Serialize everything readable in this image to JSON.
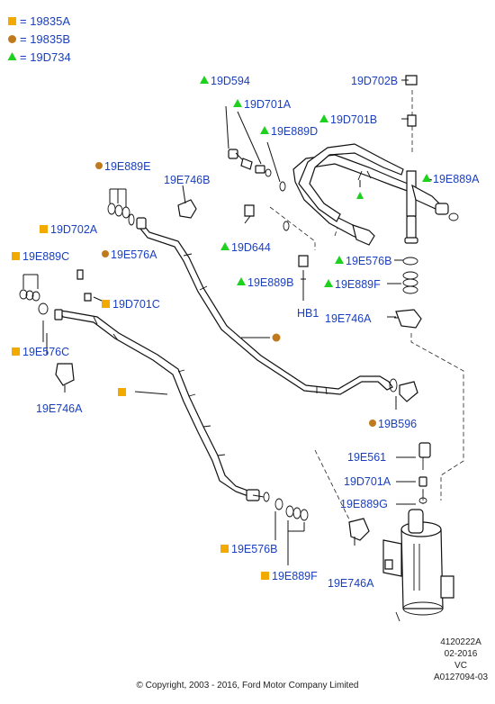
{
  "colors": {
    "text": "#1a3fbf",
    "square": "#f2a900",
    "circle": "#c07a1e",
    "triangle": "#1fd11f"
  },
  "legend": [
    {
      "symbol": "square",
      "code": "= 19835A"
    },
    {
      "symbol": "circle",
      "code": "= 19835B"
    },
    {
      "symbol": "triangle",
      "code": "= 19D734"
    }
  ],
  "labels": {
    "l_19D594": "19D594",
    "l_19D701A_top": "19D701A",
    "l_19D702B": "19D702B",
    "l_19D701B": "19D701B",
    "l_19E889D": "19E889D",
    "l_19E889E": "19E889E",
    "l_19E746B": "19E746B",
    "l_19E889A": "19E889A",
    "l_19D702A": "19D702A",
    "l_19E576A": "19E576A",
    "l_19D644": "19D644",
    "l_19E889C": "19E889C",
    "l_19E576B_top": "19E576B",
    "l_19E889B": "19E889B",
    "l_19E889F_top": "19E889F",
    "l_19D701C": "19D701C",
    "l_HB1": "HB1",
    "l_19E746A_top": "19E746A",
    "l_19E576C": "19E576C",
    "l_19E746A_left": "19E746A",
    "l_19B596": "19B596",
    "l_19E561": "19E561",
    "l_19D701A_bot": "19D701A",
    "l_19E889G": "19E889G",
    "l_19E576B_bot": "19E576B",
    "l_19E889F_bot": "19E889F",
    "l_19E746A_bot": "19E746A"
  },
  "footer": {
    "ref": "4120222A",
    "date": "02-2016",
    "vc": "VC",
    "code": "A0127094-03",
    "copyright": "© Copyright, 2003 - 2016, Ford Motor Company Limited"
  }
}
